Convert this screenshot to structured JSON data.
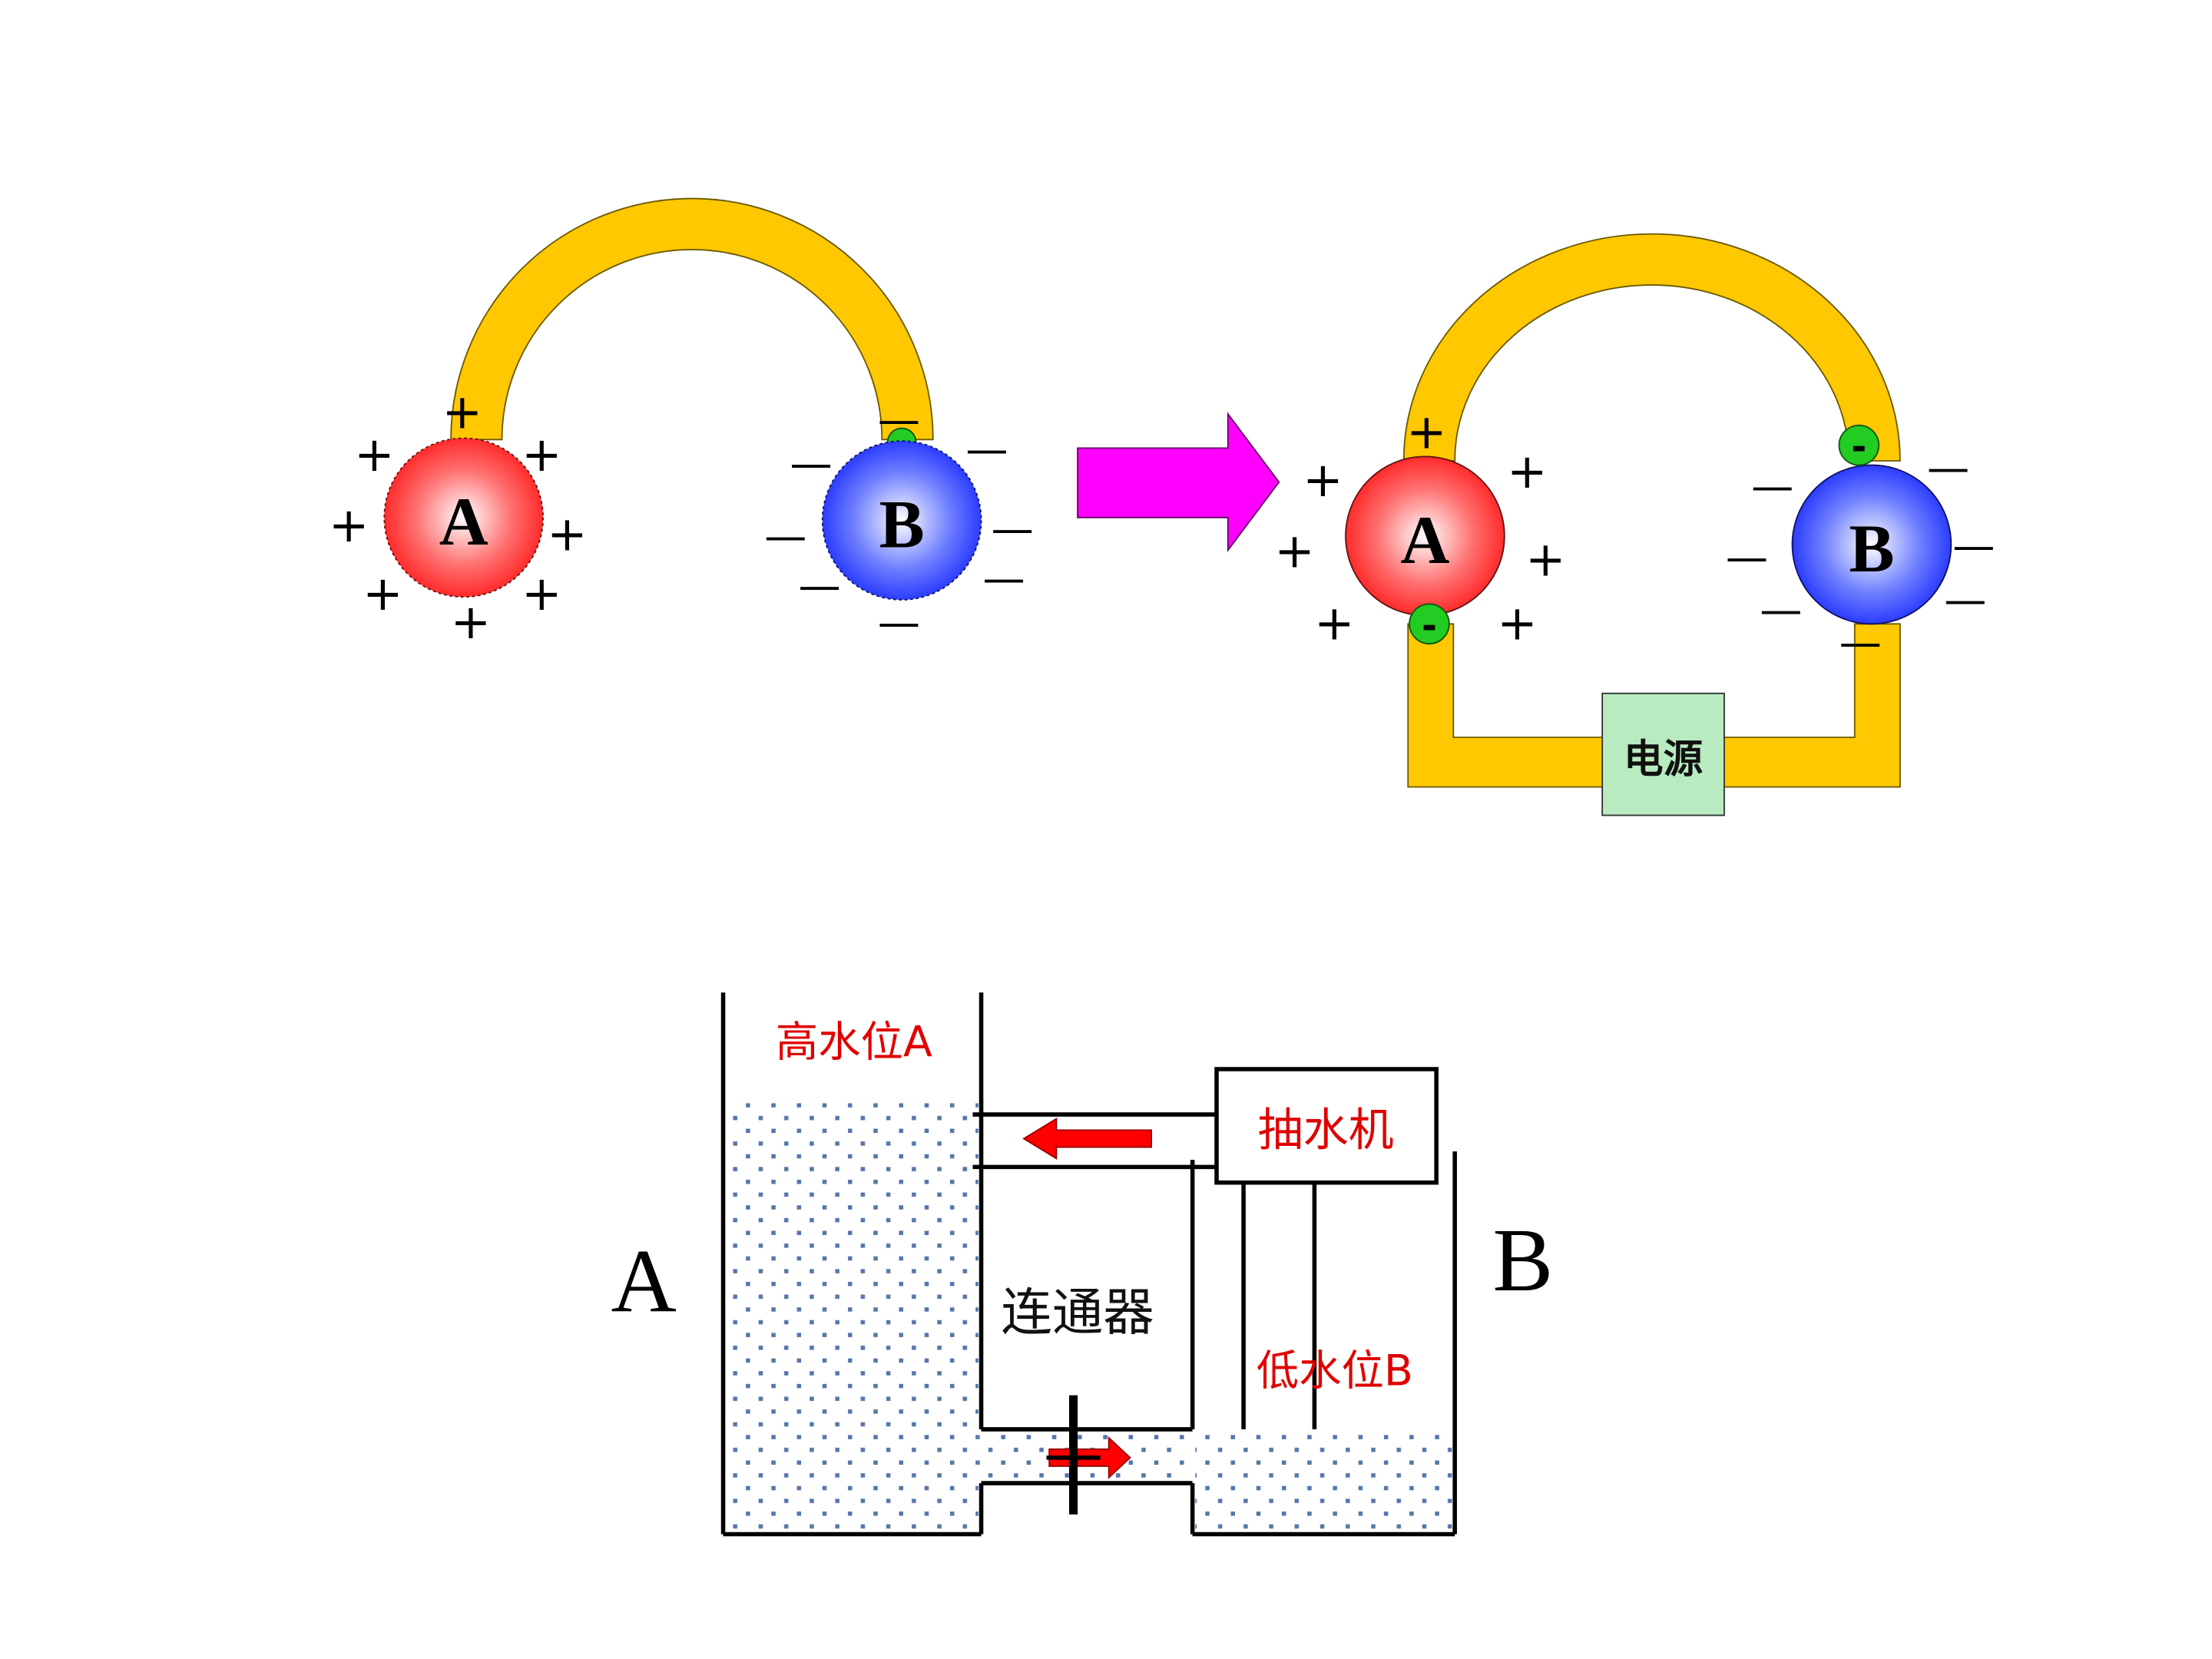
{
  "colors": {
    "wire": "#FFC800",
    "wire_outline": "#6b5a00",
    "ball_a": "#ff2a2a",
    "ball_b": "#2a3cff",
    "electron": "#22cc22",
    "arrow": "#ff00ff",
    "power_box": "#b8ecc0",
    "red_text": "#e00000",
    "water_dots": "#5577aa",
    "flow_arrow": "#ff0000"
  },
  "left_diagram": {
    "ball_a_label": "A",
    "ball_b_label": "B",
    "plus_sign": "+",
    "minus_sign": "—"
  },
  "right_diagram": {
    "ball_a_label": "A",
    "ball_b_label": "B",
    "electron_sign": "-",
    "power_label": "电源"
  },
  "water_diagram": {
    "high_level_label": "高水位A",
    "low_level_label": "低水位B",
    "pump_label": "抽水机",
    "connector_label": "连通器",
    "tank_a_label": "A",
    "tank_b_label": "B"
  }
}
